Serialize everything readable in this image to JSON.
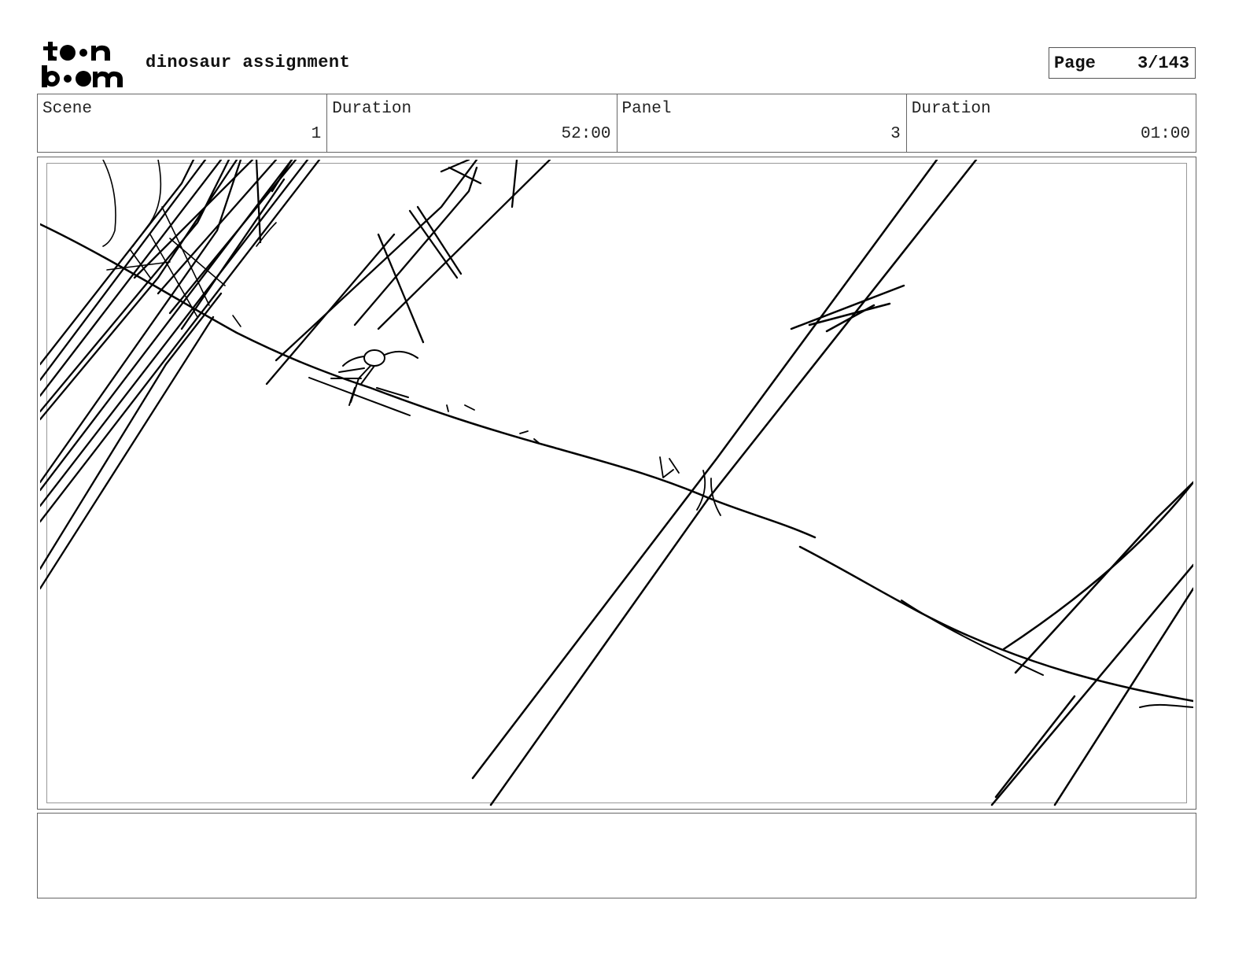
{
  "header": {
    "logo_top": "t●●n",
    "logo_bottom": "b●●m",
    "title": "dinosaur assignment",
    "page_label": "Page",
    "page_value": "3/143"
  },
  "info": [
    {
      "label": "Scene",
      "value": "1"
    },
    {
      "label": "Duration",
      "value": "52:00"
    },
    {
      "label": "Panel",
      "value": "3"
    },
    {
      "label": "Duration",
      "value": "01:00"
    }
  ],
  "notes": {
    "text": ""
  }
}
